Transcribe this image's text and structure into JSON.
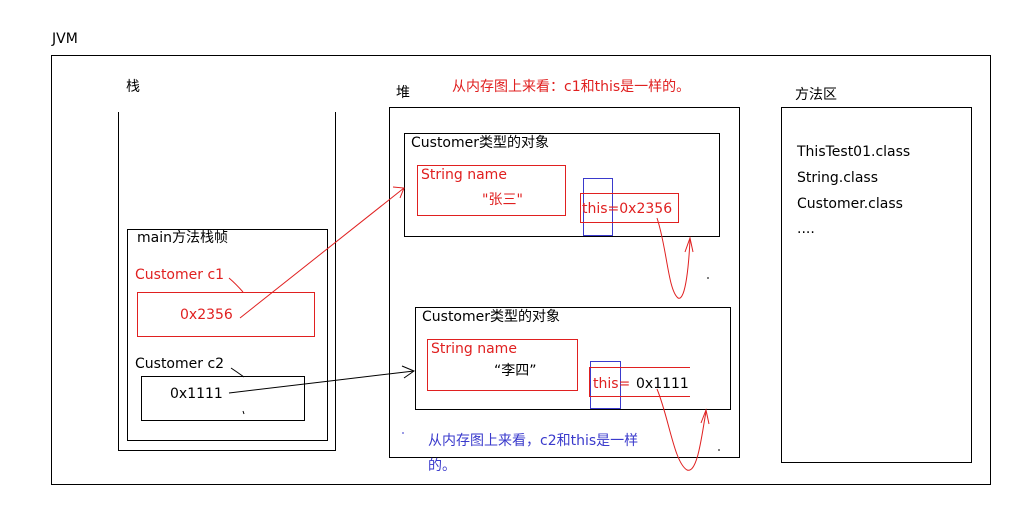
{
  "jvm_label": "JVM",
  "stack": {
    "label": "栈",
    "frame_label": "main方法栈帧",
    "c1_label": "Customer c1",
    "c1_value": "0x2356",
    "c2_label": "Customer c2",
    "c2_value": "0x1111"
  },
  "heap": {
    "label": "堆",
    "note_top": "从内存图上来看：c1和this是一样的。",
    "obj1": {
      "title": "Customer类型的对象",
      "field_label": "String name",
      "field_value": "\"张三\"",
      "this_label": "this=0x2356"
    },
    "obj2": {
      "title": "Customer类型的对象",
      "field_label": "String name",
      "field_value": "“李四”",
      "this_label": "this=",
      "this_value": "0x1111"
    },
    "note_bottom_line1": "从内存图上来看，c2和this是一样",
    "note_bottom_line2": "的。"
  },
  "method_area": {
    "label": "方法区",
    "items": [
      "ThisTest01.class",
      "String.class",
      "Customer.class",
      "...."
    ]
  },
  "colors": {
    "red": "#e02020",
    "blue": "#3a3acc",
    "black": "#000000"
  }
}
